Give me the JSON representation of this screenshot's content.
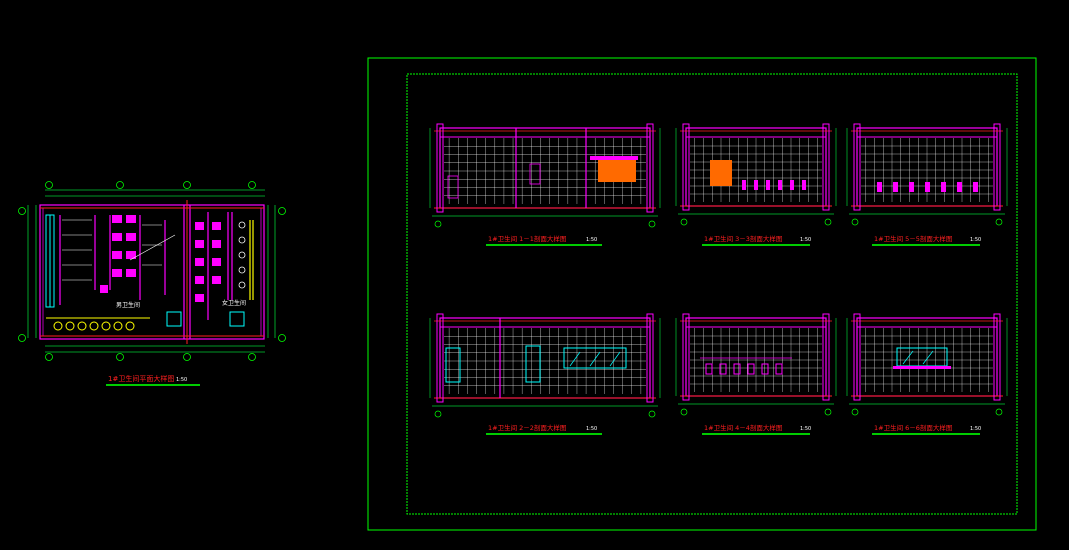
{
  "app": {
    "background": "#000000"
  },
  "colors": {
    "frame": "#00ff00",
    "wall": "#ff00ff",
    "dim": "#00cc33",
    "grid": "#ffffff",
    "red": "#ff2020",
    "cyan": "#00ffff",
    "yellow": "#ffff00",
    "orange": "#ff6a00",
    "title_bar": "#00cc00"
  },
  "plan": {
    "title": "1#卫生间平面大样图",
    "scale": "1:50",
    "room_men": "男卫生间",
    "room_women": "女卫生间"
  },
  "sections": [
    {
      "title": "1#卫生间  1－1剖面大样图",
      "scale": "1:50"
    },
    {
      "title": "1#卫生间  3－3剖面大样图",
      "scale": "1:50"
    },
    {
      "title": "1#卫生间  5－5剖面大样图",
      "scale": "1:50"
    },
    {
      "title": "1#卫生间  2－2剖面大样图",
      "scale": "1:50"
    },
    {
      "title": "1#卫生间  4－4剖面大样图",
      "scale": "1:50"
    },
    {
      "title": "1#卫生间  6－6剖面大样图",
      "scale": "1:50"
    }
  ]
}
